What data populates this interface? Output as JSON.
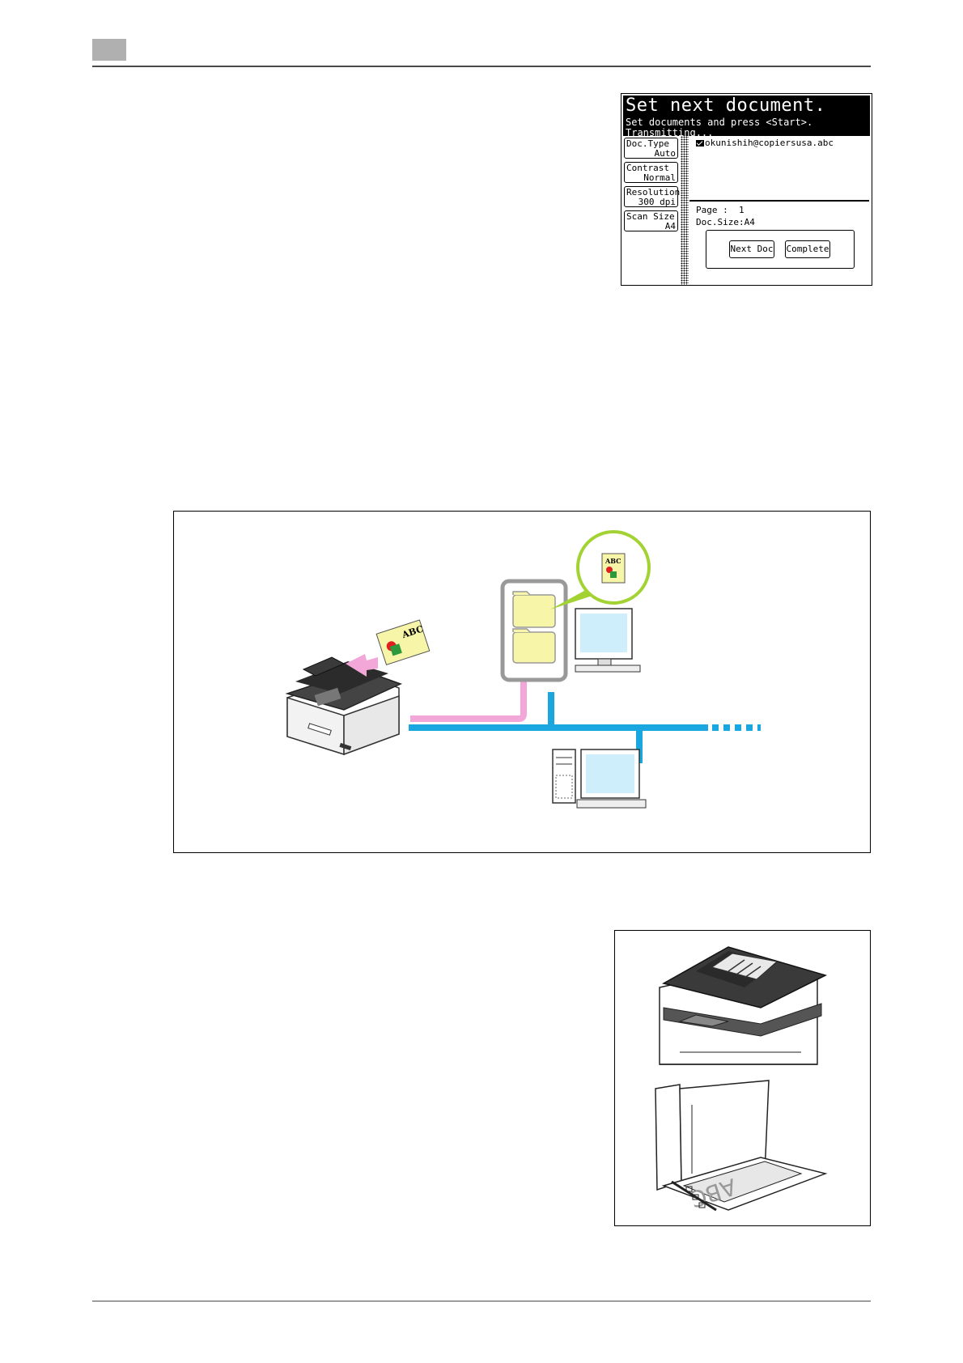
{
  "lcd": {
    "title": "Set next document.",
    "subtitle": "Set documents and press <Start>.",
    "status": "Transmitting...",
    "buttons": [
      {
        "label": "Doc.Type",
        "value": "Auto"
      },
      {
        "label": "Contrast",
        "value": "Normal"
      },
      {
        "label": "Resolution",
        "value": "300 dpi"
      },
      {
        "label": "Scan Size",
        "value": "A4"
      }
    ],
    "email": "okunishih@copiersusa.abc",
    "page": "Page :  1",
    "doc_size": "Doc.Size:A4",
    "next_doc": "Next Doc",
    "complete": "Complete"
  },
  "network_figure": {
    "document_text": "ABC",
    "colors": {
      "pink_path": "#f3a6d8",
      "blue_network": "#1aa7e0",
      "folder": "#f7f5a8",
      "screen": "#cfeefc"
    }
  },
  "scanner_figure": {
    "glass_text": "ABC"
  }
}
